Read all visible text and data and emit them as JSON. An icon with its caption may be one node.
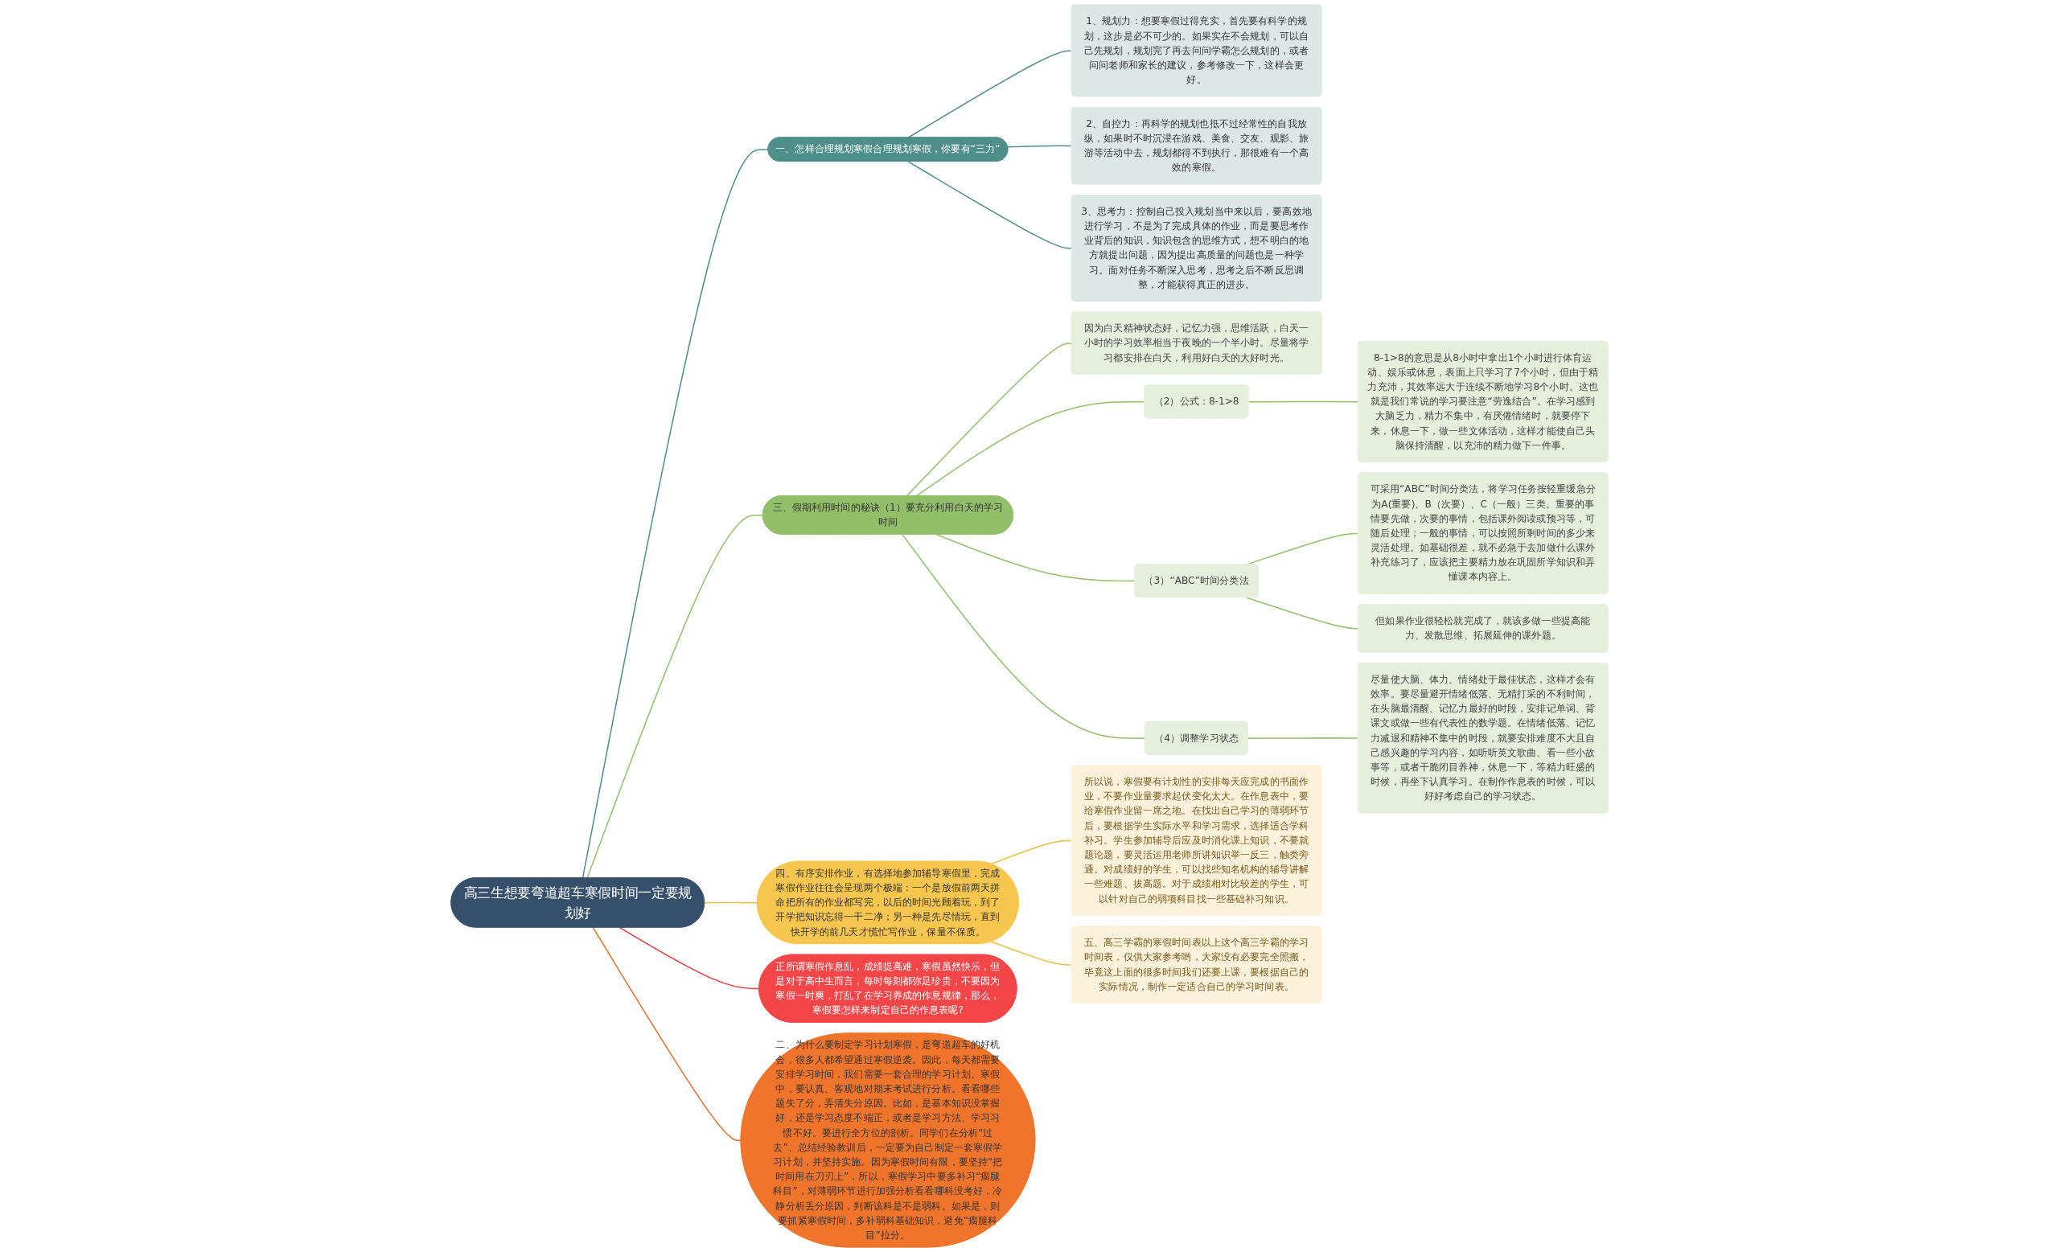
{
  "diagram": {
    "nodes": [
      {
        "text": [
          "高三生想要弯道超车寒假时间一定要规划好"
        ]
      },
      {
        "text": [
          "正所谓寒假作息乱，成绩提高难，寒假虽然快乐，但是对于高中生而言，每时每刻都弥足珍贵，不要因为寒假一时爽，打乱了在学习养成的作息规律，那么，寒假要怎样来制定自己的作息表呢?"
        ]
      },
      {
        "text": [
          "一、怎样合理规划寒假合理规划寒假，你要有“三力”"
        ]
      },
      {
        "text": [
          "1、规划力：想要寒假过得充实，首先要有科学的规划，这步是必不可少的。如果实在不会规划，可以自己先规划，规划完了再去问问学霸怎么规划的，或者问问老师和家长的建议，参考修改一下，这样会更好。"
        ]
      },
      {
        "text": [
          "2、自控力：再科学的规划也抵不过经常性的自我放纵，如果时不时沉浸在游戏、美食、交友、观影、旅游等活动中去，规划都得不到执行，那很难有一个高效的寒假。"
        ]
      },
      {
        "text": [
          "3、思考力：控制自己投入规划当中来以后，要高效地进行学习，不是为了完成具体的作业，而是要思考作业背后的知识，知识包含的思维方式，想不明白的地方就提出问题，因为提出高质量的问题也是一种学习。面对任务不断深入思考，思考之后不断反思调整，才能获得真正的进步。"
        ]
      },
      {
        "text": [
          "二、为什么要制定学习计划寒假，是弯道超车的好机会，很多人都希望通过寒假逆袭。因此，每天都需要安排学习时间，我们需要一套合理的学习计划。寒假中，要认真、客观地对期末考试进行分析。看看哪些题失了分，弄清失分原因。比如，是基本知识没掌握好，还是学习态度不端正，或者是学习方法、学习习惯不好。要进行全方位的剖析。同学们在分析“过去”、总结经验教训后，一定要为自己制定一套寒假学习计划，并坚持实施。因为寒假时间有限，要坚持“把时间用在刀刃上”，所以，寒假学习中要多补习“瘸腿科目”，对薄弱环节进行加强分析看看哪科没考好，冷静分析丢分原因，判断该科是不是弱科。如果是，则要抓紧寒假时间，多补弱科基础知识，避免“瘸腿科目”拉分。"
        ]
      },
      {
        "text": [
          "三、假期利用时间的秘诀（1）要充分利用白天的学习时间"
        ]
      },
      {
        "text": [
          "因为白天精神状态好，记忆力强，思维活跃，白天一小时的学习效率相当于夜晚的一个半小时。尽量将学习都安排在白天，利用好白天的大好时光。"
        ]
      },
      {
        "text": [
          "（2）公式：8-1>8"
        ]
      },
      {
        "text": [
          "8-1>8的意思是从8小时中拿出1个小时进行体育运动、娱乐或休息，表面上只学习了7个小时，但由于精力充沛，其效率远大于连续不断地学习8个小时。这也就是我们常说的学习要注意“劳逸结合”。在学习感到大脑乏力，精力不集中，有厌倦情绪时，就要停下来，休息一下，做一些文体活动，这样才能使自己头脑保持清醒，以充沛的精力做下一件事。"
        ]
      },
      {
        "text": [
          "（3）“ABC”时间分类法"
        ]
      },
      {
        "text": [
          "可采用“ABC”时间分类法，将学习任务按轻重缓急分为A(重要)、B（次要）、C（一般）三类。重要的事情要先做，次要的事情，包括课外阅读或预习等，可随后处理；一般的事情，可以按照所剩时间的多少来灵活处理。如基础很差，就不必急于去加做什么课外补充练习了，应该把主要精力放在巩固所学知识和弄懂课本内容上。"
        ]
      },
      {
        "text": [
          "但如果作业很轻松就完成了，就该多做一些提高能力、发散思维、拓展延伸的课外题。"
        ]
      },
      {
        "text": [
          "（4）调整学习状态"
        ]
      },
      {
        "text": [
          "尽量使大脑、体力、情绪处于最佳状态，这样才会有效率。要尽量避开情绪低落、无精打采的不利时间，在头脑最清醒、记忆力最好的时段，安排记单词、背课文或做一些有代表性的数学题。在情绪低落、记忆力减退和精神不集中的时段，就要安排难度不大且自己感兴趣的学习内容，如听听英文歌曲、看一些小故事等，或者干脆闭目养神，休息一下，等精力旺盛的时候，再坐下认真学习。在制作作息表的时候，可以好好考虑自己的学习状态。"
        ]
      },
      {
        "text": [
          "四、有序安排作业，有选择地参加辅导寒假里，完成寒假作业往往会呈现两个极端：一个是放假前两天拼命把所有的作业都写完，以后的时间光顾着玩，到了开学把知识忘得一干二净；另一种是先尽情玩，直到快开学的前几天才慌忙写作业，保量不保质。"
        ]
      },
      {
        "text": [
          "所以说，寒假要有计划性的安排每天应完成的书面作业，不要作业量要求起伏变化太大。在作息表中，要给寒假作业留一席之地。在找出自己学习的薄弱环节后，要根据学生实际水平和学习需求，选择适合学科补习。学生参加辅导后应及时消化课上知识，不要就题论题，要灵活运用老师所讲知识举一反三，触类旁通。对成绩好的学生，可以找些知名机构的辅导讲解一些难题、拔高题。对于成绩相对比较差的学生，可以针对自己的弱项科目找一些基础补习知识。"
        ]
      },
      {
        "text": [
          "五、高三学霸的寒假时间表以上这个高三学霸的学习时间表，仅供大家参考哟，大家没有必要完全照搬，毕竟这上面的很多时间我们还要上课，要根据自己的实际情况，制作一定适合自己的学习时间表。"
        ]
      }
    ],
    "edges": [
      {
        "from": 0,
        "to": 1,
        "arrow": "none",
        "color": "#e0393e"
      },
      {
        "from": 0,
        "to": 2,
        "arrow": "none",
        "color": "#4e8f8c"
      },
      {
        "from": 2,
        "to": 3,
        "arrow": "none",
        "color": "#4e8f8c"
      },
      {
        "from": 2,
        "to": 4,
        "arrow": "none",
        "color": "#4e8f8c"
      },
      {
        "from": 2,
        "to": 5,
        "arrow": "none",
        "color": "#4e8f8c"
      },
      {
        "from": 0,
        "to": 6,
        "arrow": "none",
        "color": "#e0732b"
      },
      {
        "from": 0,
        "to": 7,
        "arrow": "none"
      },
      {
        "from": 7,
        "to": 8,
        "arrow": "none"
      },
      {
        "from": 7,
        "to": 9,
        "arrow": "none"
      },
      {
        "from": 9,
        "to": 10,
        "arrow": "none"
      },
      {
        "from": 7,
        "to": 11,
        "arrow": "none"
      },
      {
        "from": 11,
        "to": 12,
        "arrow": "none"
      },
      {
        "from": 11,
        "to": 13,
        "arrow": "none"
      },
      {
        "from": 7,
        "to": 14,
        "arrow": "none"
      },
      {
        "from": 14,
        "to": 15,
        "arrow": "none"
      },
      {
        "from": 0,
        "to": 16,
        "arrow": "none",
        "color": "#e9bf45"
      },
      {
        "from": 16,
        "to": 17,
        "arrow": "none",
        "color": "#e9bf45"
      },
      {
        "from": 16,
        "to": 18,
        "arrow": "none",
        "color": "#e9bf45"
      }
    ]
  }
}
